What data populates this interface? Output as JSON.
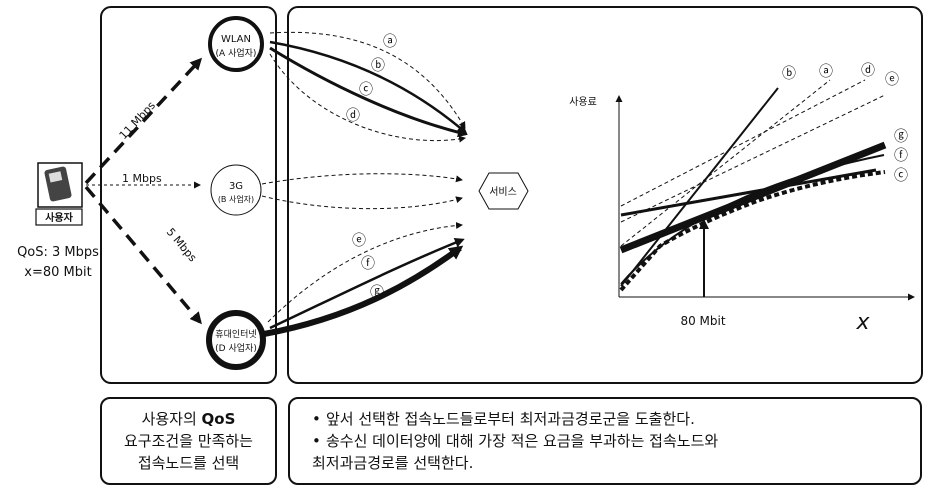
{
  "user": {
    "device_label": "사용자",
    "qos": "QoS: 3 Mbps",
    "data_size": "x=80 Mbit"
  },
  "links": [
    {
      "rate": "11 Mbps"
    },
    {
      "rate": "1 Mbps"
    },
    {
      "rate": "5 Mbps"
    }
  ],
  "nodes": [
    {
      "line1": "WLAN",
      "line2": "(A 사업자)"
    },
    {
      "line1": "3G",
      "line2": "(B 사업자)"
    },
    {
      "line1": "휴대인터넷",
      "line2": "(D 사업자)"
    }
  ],
  "path_markers": [
    "ⓐ",
    "ⓑ",
    "ⓒ",
    "ⓓ",
    "ⓔ",
    "ⓕ",
    "ⓖ"
  ],
  "service_label": "서비스",
  "chart": {
    "ylabel": "사용료",
    "xlabel": "x",
    "x_marker": "80 Mbit",
    "curve_labels_top": [
      "ⓑ",
      "ⓐ",
      "ⓓ",
      "ⓔ"
    ],
    "curve_labels_right": [
      "ⓖ",
      "ⓕ",
      "ⓒ"
    ]
  },
  "captions": {
    "left_line1_pre": "사용자의 ",
    "left_line1_bold": "QoS",
    "left_line2": "요구조건을 만족하는",
    "left_line3": "접속노드를 선택",
    "right_bullets": [
      "앞서 선택한 접속노드들로부터 최저과금경로군을 도출한다.",
      "송수신 데이터양에 대해 가장 적은 요금을 부과하는 접속노드와"
    ],
    "right_line3": "최저과금경로를 선택한다."
  },
  "colors": {
    "ink": "#111111",
    "background": "#ffffff"
  }
}
